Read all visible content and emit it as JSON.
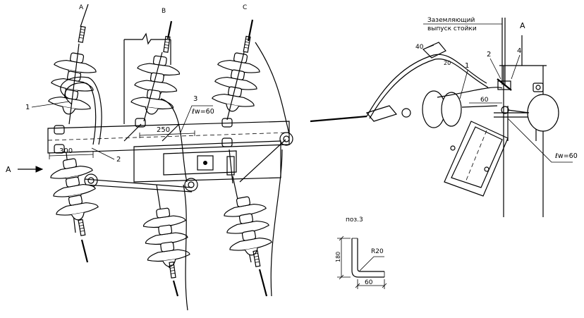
{
  "phase_labels": {
    "a": "А",
    "b": "В",
    "c": "С"
  },
  "view_labels": {
    "left": "А",
    "right": "А"
  },
  "callouts": {
    "c1": "1",
    "c2": "2",
    "c3": "3",
    "r1": "1",
    "r2": "2",
    "r4": "4"
  },
  "dims": {
    "d300": "300",
    "d250": "250",
    "lw60": "ℓw=60",
    "r40": "40",
    "r20": "20",
    "r60": "60",
    "rlw60": "ℓw=60",
    "pos_h": "180",
    "pos_r": "R20",
    "pos_w": "60"
  },
  "ground_note": {
    "line1": "Заземляющий",
    "line2": "выпуск стойки"
  },
  "pos_title": "поз.3",
  "icons": [
    "arrow-right-icon"
  ]
}
